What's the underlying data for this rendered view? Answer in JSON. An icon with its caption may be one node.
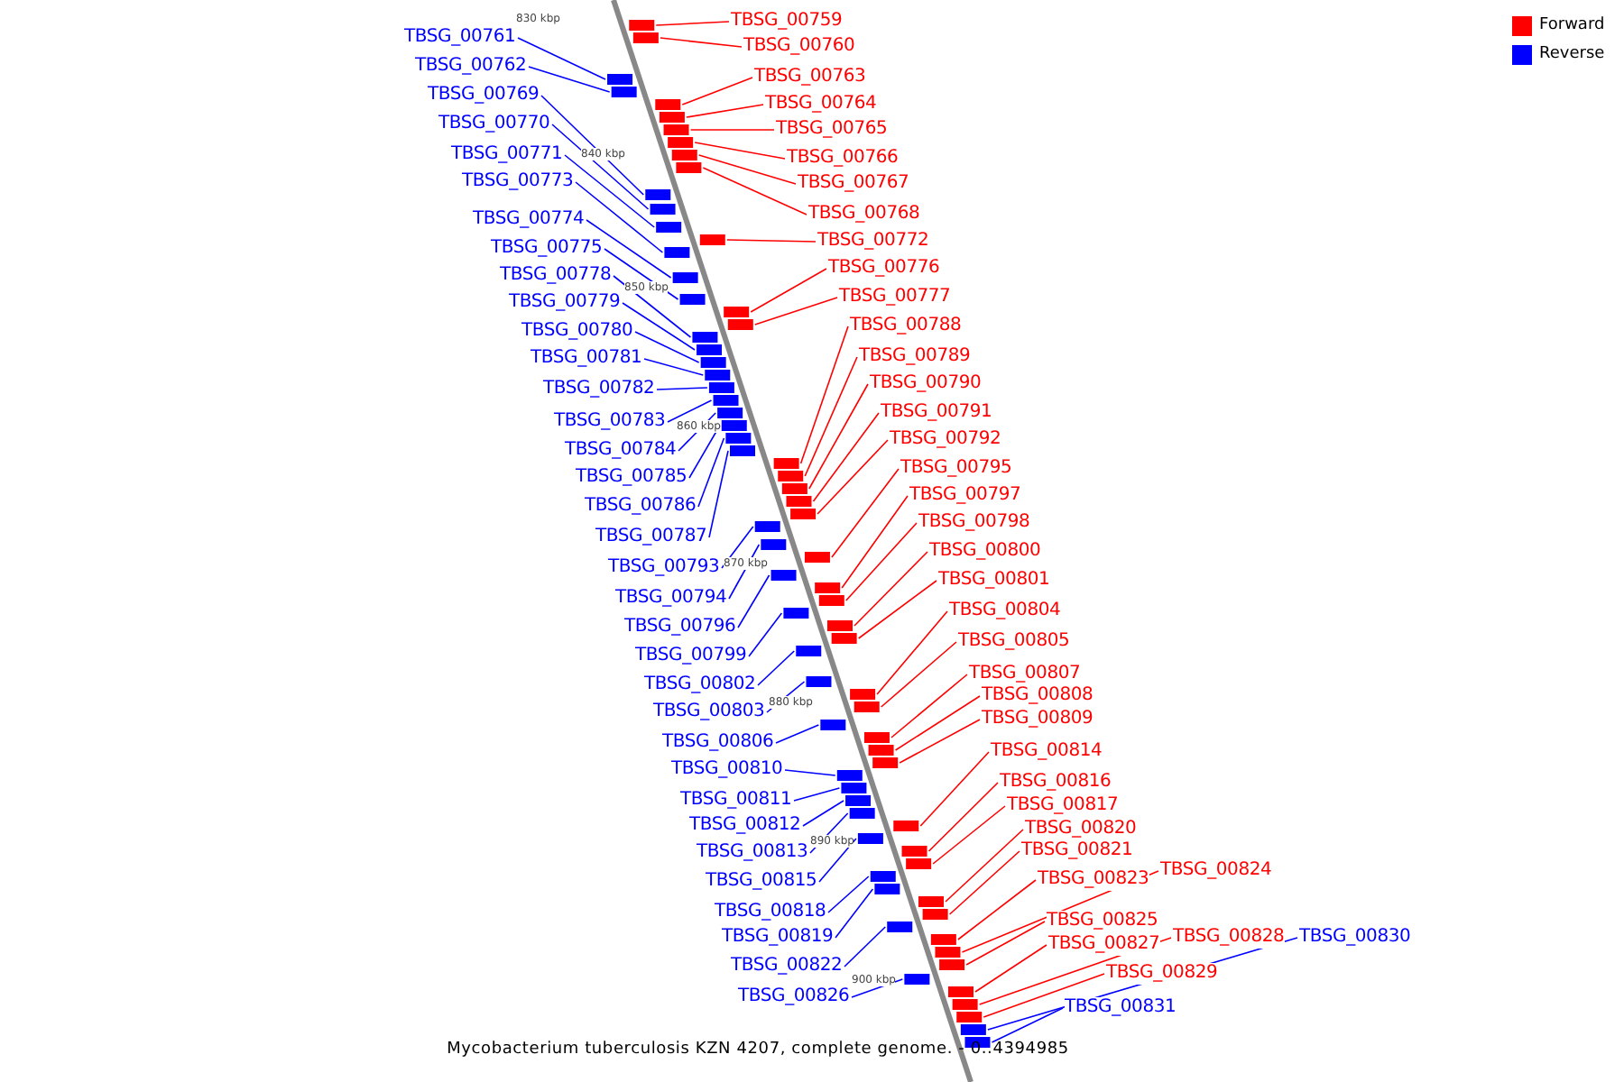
{
  "diagram": {
    "caption": "Mycobacterium tuberculosis KZN 4207, complete genome. - 0..4394985",
    "nodes": [
      {
        "text": [
          "TBSG_00759"
        ]
      },
      {
        "text": [
          "TBSG_00760"
        ]
      },
      {
        "text": [
          "TBSG_00761"
        ]
      },
      {
        "text": [
          "TBSG_00762"
        ]
      },
      {
        "text": [
          "TBSG_00763"
        ]
      },
      {
        "text": [
          "TBSG_00764"
        ]
      },
      {
        "text": [
          "TBSG_00765"
        ]
      },
      {
        "text": [
          "TBSG_00766"
        ]
      },
      {
        "text": [
          "TBSG_00767"
        ]
      },
      {
        "text": [
          "TBSG_00768"
        ]
      },
      {
        "text": [
          "TBSG_00769"
        ]
      },
      {
        "text": [
          "TBSG_00770"
        ]
      },
      {
        "text": [
          "TBSG_00771"
        ]
      },
      {
        "text": [
          "TBSG_00772"
        ]
      },
      {
        "text": [
          "TBSG_00773"
        ]
      },
      {
        "text": [
          "TBSG_00774"
        ]
      },
      {
        "text": [
          "TBSG_00775"
        ]
      },
      {
        "text": [
          "TBSG_00776"
        ]
      },
      {
        "text": [
          "TBSG_00777"
        ]
      },
      {
        "text": [
          "TBSG_00778"
        ]
      },
      {
        "text": [
          "TBSG_00779"
        ]
      },
      {
        "text": [
          "TBSG_00780"
        ]
      },
      {
        "text": [
          "TBSG_00781"
        ]
      },
      {
        "text": [
          "TBSG_00782"
        ]
      },
      {
        "text": [
          "TBSG_00783"
        ]
      },
      {
        "text": [
          "TBSG_00784"
        ]
      },
      {
        "text": [
          "TBSG_00785"
        ]
      },
      {
        "text": [
          "TBSG_00786"
        ]
      },
      {
        "text": [
          "TBSG_00787"
        ]
      },
      {
        "text": [
          "TBSG_00788"
        ]
      },
      {
        "text": [
          "TBSG_00789"
        ]
      },
      {
        "text": [
          "TBSG_00790"
        ]
      },
      {
        "text": [
          "TBSG_00791"
        ]
      },
      {
        "text": [
          "TBSG_00792"
        ]
      },
      {
        "text": [
          "TBSG_00793"
        ]
      },
      {
        "text": [
          "TBSG_00794"
        ]
      },
      {
        "text": [
          "TBSG_00795"
        ]
      },
      {
        "text": [
          "TBSG_00796"
        ]
      },
      {
        "text": [
          "TBSG_00797"
        ]
      },
      {
        "text": [
          "TBSG_00798"
        ]
      },
      {
        "text": [
          "TBSG_00799"
        ]
      },
      {
        "text": [
          "TBSG_00800"
        ]
      },
      {
        "text": [
          "TBSG_00801"
        ]
      },
      {
        "text": [
          "TBSG_00802"
        ]
      },
      {
        "text": [
          "TBSG_00803"
        ]
      },
      {
        "text": [
          "TBSG_00804"
        ]
      },
      {
        "text": [
          "TBSG_00805"
        ]
      },
      {
        "text": [
          "TBSG_00806"
        ]
      },
      {
        "text": [
          "TBSG_00807"
        ]
      },
      {
        "text": [
          "TBSG_00808"
        ]
      },
      {
        "text": [
          "TBSG_00809"
        ]
      },
      {
        "text": [
          "TBSG_00810"
        ]
      },
      {
        "text": [
          "TBSG_00811"
        ]
      },
      {
        "text": [
          "TBSG_00812"
        ]
      },
      {
        "text": [
          "TBSG_00813"
        ]
      },
      {
        "text": [
          "TBSG_00814"
        ]
      },
      {
        "text": [
          "TBSG_00815"
        ]
      },
      {
        "text": [
          "TBSG_00816"
        ]
      },
      {
        "text": [
          "TBSG_00817"
        ]
      },
      {
        "text": [
          "TBSG_00818"
        ]
      },
      {
        "text": [
          "TBSG_00819"
        ]
      },
      {
        "text": [
          "TBSG_00820"
        ]
      },
      {
        "text": [
          "TBSG_00821"
        ]
      },
      {
        "text": [
          "TBSG_00822"
        ]
      },
      {
        "text": [
          "TBSG_00823"
        ]
      },
      {
        "text": [
          "TBSG_00824"
        ]
      },
      {
        "text": [
          "TBSG_00825"
        ]
      },
      {
        "text": [
          "TBSG_00826"
        ]
      },
      {
        "text": [
          "TBSG_00827"
        ]
      },
      {
        "text": [
          "TBSG_00828"
        ]
      },
      {
        "text": [
          "TBSG_00829"
        ]
      },
      {
        "text": [
          "TBSG_00830"
        ]
      },
      {
        "text": [
          "TBSG_00831"
        ]
      },
      {
        "text": [],
        "shape": "box"
      },
      {
        "text": [],
        "shape": "box"
      },
      {
        "text": [],
        "shape": "box"
      },
      {
        "text": [],
        "shape": "box"
      },
      {
        "text": [],
        "shape": "box"
      },
      {
        "text": [],
        "shape": "box"
      },
      {
        "text": [],
        "shape": "box"
      },
      {
        "text": [],
        "shape": "box"
      },
      {
        "text": [],
        "shape": "box"
      },
      {
        "text": [],
        "shape": "box"
      },
      {
        "text": [],
        "shape": "box"
      },
      {
        "text": [],
        "shape": "box"
      },
      {
        "text": [],
        "shape": "box"
      },
      {
        "text": [],
        "shape": "box"
      },
      {
        "text": [],
        "shape": "box"
      },
      {
        "text": [],
        "shape": "box"
      },
      {
        "text": [],
        "shape": "box"
      },
      {
        "text": [],
        "shape": "box"
      },
      {
        "text": [],
        "shape": "box"
      },
      {
        "text": [],
        "shape": "box"
      },
      {
        "text": [],
        "shape": "box"
      },
      {
        "text": [],
        "shape": "box"
      },
      {
        "text": [],
        "shape": "box"
      },
      {
        "text": [],
        "shape": "box"
      },
      {
        "text": [],
        "shape": "box"
      },
      {
        "text": [],
        "shape": "box"
      },
      {
        "text": [],
        "shape": "box"
      },
      {
        "text": [],
        "shape": "box"
      },
      {
        "text": [],
        "shape": "box"
      },
      {
        "text": [],
        "shape": "box"
      },
      {
        "text": [],
        "shape": "box"
      },
      {
        "text": [],
        "shape": "box"
      },
      {
        "text": [],
        "shape": "box"
      },
      {
        "text": [],
        "shape": "box"
      },
      {
        "text": [],
        "shape": "box"
      },
      {
        "text": [],
        "shape": "box"
      },
      {
        "text": [],
        "shape": "box"
      },
      {
        "text": [],
        "shape": "box"
      },
      {
        "text": [],
        "shape": "box"
      },
      {
        "text": [],
        "shape": "box"
      },
      {
        "text": [],
        "shape": "box"
      },
      {
        "text": [],
        "shape": "box"
      },
      {
        "text": [],
        "shape": "box"
      },
      {
        "text": [],
        "shape": "box"
      },
      {
        "text": [],
        "shape": "box"
      },
      {
        "text": [],
        "shape": "box"
      },
      {
        "text": [],
        "shape": "box"
      },
      {
        "text": [],
        "shape": "box"
      },
      {
        "text": [],
        "shape": "box"
      },
      {
        "text": [],
        "shape": "box"
      },
      {
        "text": [],
        "shape": "box"
      },
      {
        "text": [],
        "shape": "box"
      },
      {
        "text": [],
        "shape": "box"
      },
      {
        "text": [],
        "shape": "box"
      },
      {
        "text": [],
        "shape": "box"
      },
      {
        "text": [],
        "shape": "box"
      },
      {
        "text": [],
        "shape": "box"
      },
      {
        "text": [],
        "shape": "box"
      },
      {
        "text": [],
        "shape": "box"
      },
      {
        "text": [],
        "shape": "box"
      },
      {
        "text": [],
        "shape": "box"
      },
      {
        "text": [],
        "shape": "box"
      },
      {
        "text": [],
        "shape": "box"
      },
      {
        "text": [],
        "shape": "box"
      },
      {
        "text": [],
        "shape": "box"
      },
      {
        "text": [],
        "shape": "box"
      },
      {
        "text": [],
        "shape": "box"
      },
      {
        "text": [],
        "shape": "box"
      },
      {
        "text": [],
        "shape": "box"
      },
      {
        "text": [],
        "shape": "box"
      },
      {
        "text": [],
        "shape": "box"
      },
      {
        "text": [],
        "shape": "box"
      },
      {
        "text": [],
        "shape": "box"
      }
    ],
    "edges": [
      {
        "from": 0,
        "to": 73,
        "arrow": "none",
        "color": "#ff0000"
      },
      {
        "from": 1,
        "to": 74,
        "arrow": "none",
        "color": "#ff0000"
      },
      {
        "from": 2,
        "to": 75,
        "arrow": "none",
        "color": "#0000ff"
      },
      {
        "from": 3,
        "to": 76,
        "arrow": "none",
        "color": "#0000ff"
      },
      {
        "from": 4,
        "to": 77,
        "arrow": "none",
        "color": "#ff0000"
      },
      {
        "from": 5,
        "to": 78,
        "arrow": "none",
        "color": "#ff0000"
      },
      {
        "from": 6,
        "to": 79,
        "arrow": "none",
        "color": "#ff0000"
      },
      {
        "from": 7,
        "to": 80,
        "arrow": "none",
        "color": "#ff0000"
      },
      {
        "from": 8,
        "to": 81,
        "arrow": "none",
        "color": "#ff0000"
      },
      {
        "from": 9,
        "to": 82,
        "arrow": "none",
        "color": "#ff0000"
      },
      {
        "from": 10,
        "to": 83,
        "arrow": "none",
        "color": "#0000ff"
      },
      {
        "from": 11,
        "to": 84,
        "arrow": "none",
        "color": "#0000ff"
      },
      {
        "from": 12,
        "to": 85,
        "arrow": "none",
        "color": "#0000ff"
      },
      {
        "from": 13,
        "to": 86,
        "arrow": "none",
        "color": "#ff0000"
      },
      {
        "from": 14,
        "to": 87,
        "arrow": "none",
        "color": "#0000ff"
      },
      {
        "from": 15,
        "to": 88,
        "arrow": "none",
        "color": "#0000ff"
      },
      {
        "from": 16,
        "to": 89,
        "arrow": "none",
        "color": "#0000ff"
      },
      {
        "from": 17,
        "to": 90,
        "arrow": "none",
        "color": "#ff0000"
      },
      {
        "from": 18,
        "to": 91,
        "arrow": "none",
        "color": "#ff0000"
      },
      {
        "from": 19,
        "to": 92,
        "arrow": "none",
        "color": "#0000ff"
      },
      {
        "from": 20,
        "to": 93,
        "arrow": "none",
        "color": "#0000ff"
      },
      {
        "from": 21,
        "to": 94,
        "arrow": "none",
        "color": "#0000ff"
      },
      {
        "from": 22,
        "to": 95,
        "arrow": "none",
        "color": "#0000ff"
      },
      {
        "from": 23,
        "to": 96,
        "arrow": "none",
        "color": "#0000ff"
      },
      {
        "from": 24,
        "to": 97,
        "arrow": "none",
        "color": "#0000ff"
      },
      {
        "from": 25,
        "to": 98,
        "arrow": "none",
        "color": "#0000ff"
      },
      {
        "from": 26,
        "to": 99,
        "arrow": "none",
        "color": "#0000ff"
      },
      {
        "from": 27,
        "to": 100,
        "arrow": "none",
        "color": "#0000ff"
      },
      {
        "from": 28,
        "to": 101,
        "arrow": "none",
        "color": "#0000ff"
      },
      {
        "from": 29,
        "to": 102,
        "arrow": "none",
        "color": "#ff0000"
      },
      {
        "from": 30,
        "to": 103,
        "arrow": "none",
        "color": "#ff0000"
      },
      {
        "from": 31,
        "to": 104,
        "arrow": "none",
        "color": "#ff0000"
      },
      {
        "from": 32,
        "to": 105,
        "arrow": "none",
        "color": "#ff0000"
      },
      {
        "from": 33,
        "to": 106,
        "arrow": "none",
        "color": "#ff0000"
      },
      {
        "from": 34,
        "to": 107,
        "arrow": "none",
        "color": "#0000ff"
      },
      {
        "from": 35,
        "to": 108,
        "arrow": "none",
        "color": "#0000ff"
      },
      {
        "from": 36,
        "to": 109,
        "arrow": "none",
        "color": "#ff0000"
      },
      {
        "from": 37,
        "to": 110,
        "arrow": "none",
        "color": "#0000ff"
      },
      {
        "from": 38,
        "to": 111,
        "arrow": "none",
        "color": "#ff0000"
      },
      {
        "from": 39,
        "to": 112,
        "arrow": "none",
        "color": "#ff0000"
      },
      {
        "from": 40,
        "to": 113,
        "arrow": "none",
        "color": "#0000ff"
      },
      {
        "from": 41,
        "to": 114,
        "arrow": "none",
        "color": "#ff0000"
      },
      {
        "from": 42,
        "to": 115,
        "arrow": "none",
        "color": "#ff0000"
      },
      {
        "from": 43,
        "to": 116,
        "arrow": "none",
        "color": "#0000ff"
      },
      {
        "from": 44,
        "to": 117,
        "arrow": "none",
        "color": "#0000ff"
      },
      {
        "from": 45,
        "to": 118,
        "arrow": "none",
        "color": "#ff0000"
      },
      {
        "from": 46,
        "to": 119,
        "arrow": "none",
        "color": "#ff0000"
      },
      {
        "from": 47,
        "to": 120,
        "arrow": "none",
        "color": "#0000ff"
      },
      {
        "from": 48,
        "to": 121,
        "arrow": "none",
        "color": "#ff0000"
      },
      {
        "from": 49,
        "to": 122,
        "arrow": "none",
        "color": "#ff0000"
      },
      {
        "from": 50,
        "to": 123,
        "arrow": "none",
        "color": "#ff0000"
      },
      {
        "from": 51,
        "to": 124,
        "arrow": "none",
        "color": "#0000ff"
      },
      {
        "from": 52,
        "to": 125,
        "arrow": "none",
        "color": "#0000ff"
      },
      {
        "from": 53,
        "to": 126,
        "arrow": "none",
        "color": "#0000ff"
      },
      {
        "from": 54,
        "to": 127,
        "arrow": "none",
        "color": "#0000ff"
      },
      {
        "from": 55,
        "to": 128,
        "arrow": "none",
        "color": "#ff0000"
      },
      {
        "from": 56,
        "to": 129,
        "arrow": "none",
        "color": "#0000ff"
      },
      {
        "from": 57,
        "to": 130,
        "arrow": "none",
        "color": "#ff0000"
      },
      {
        "from": 58,
        "to": 131,
        "arrow": "none",
        "color": "#ff0000"
      },
      {
        "from": 59,
        "to": 132,
        "arrow": "none",
        "color": "#0000ff"
      },
      {
        "from": 60,
        "to": 133,
        "arrow": "none",
        "color": "#0000ff"
      },
      {
        "from": 61,
        "to": 134,
        "arrow": "none",
        "color": "#ff0000"
      },
      {
        "from": 62,
        "to": 135,
        "arrow": "none",
        "color": "#ff0000"
      },
      {
        "from": 63,
        "to": 136,
        "arrow": "none",
        "color": "#0000ff"
      },
      {
        "from": 64,
        "to": 137,
        "arrow": "none",
        "color": "#ff0000"
      },
      {
        "from": 65,
        "to": 138,
        "arrow": "none",
        "color": "#ff0000"
      },
      {
        "from": 66,
        "to": 139,
        "arrow": "none",
        "color": "#ff0000"
      },
      {
        "from": 67,
        "to": 140,
        "arrow": "none",
        "color": "#0000ff"
      },
      {
        "from": 68,
        "to": 141,
        "arrow": "none",
        "color": "#ff0000"
      },
      {
        "from": 69,
        "to": 142,
        "arrow": "none",
        "color": "#ff0000"
      },
      {
        "from": 70,
        "to": 143,
        "arrow": "none",
        "color": "#ff0000"
      },
      {
        "from": 71,
        "to": 144,
        "arrow": "none",
        "color": "#0000ff"
      },
      {
        "from": 72,
        "to": 145,
        "arrow": "none",
        "color": "#0000ff"
      }
    ],
    "labels": [
      "830 kbp",
      "840 kbp",
      "850 kbp",
      "860 kbp",
      "870 kbp",
      "880 kbp",
      "890 kbp",
      "900 kbp"
    ],
    "legend": [
      {
        "text": "Forward",
        "color": "#ff0000"
      },
      {
        "text": "Reverse",
        "color": "#0000ff"
      }
    ]
  }
}
